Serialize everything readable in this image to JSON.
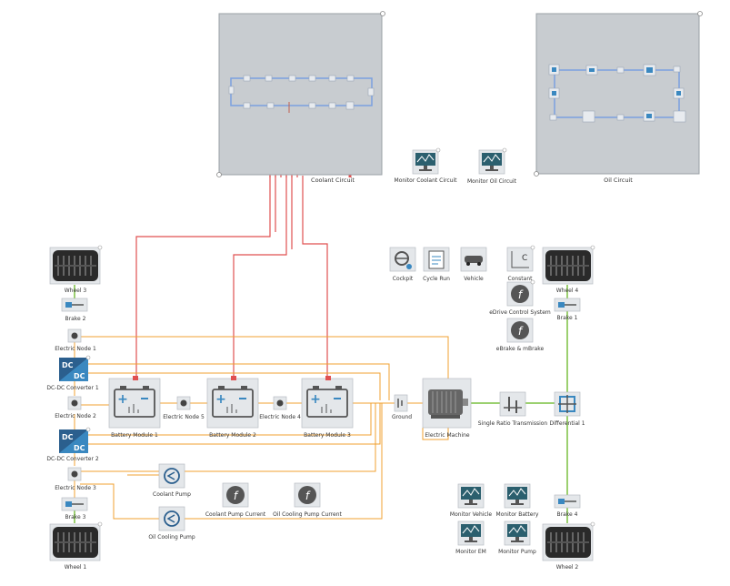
{
  "colors": {
    "electric": "#f0a030",
    "coolant": "#e05050",
    "mechanical": "#7ac040",
    "signal": "#b0b8d0",
    "panel": "#c8ccd0",
    "loop": "#7aa0e0"
  },
  "panels": {
    "coolant_circuit": "Coolant Circuit",
    "oil_circuit": "Oil Circuit"
  },
  "monitors": {
    "coolant": "Monitor Coolant Circuit",
    "oil": "Monitor Oil Circuit",
    "vehicle": "Monitor Vehicle",
    "battery": "Monitor Battery",
    "em": "Monitor EM",
    "pump": "Monitor Pump"
  },
  "controls": {
    "cockpit": "Cockpit",
    "cycle_run": "Cycle Run",
    "vehicle": "Vehicle",
    "constant": "Constant",
    "edrive": "eDrive Control System",
    "ebrake": "eBrake & mBrake"
  },
  "wheels": {
    "w3": "Wheel 3",
    "w4": "Wheel 4",
    "w1": "Wheel 1",
    "w2": "Wheel 2"
  },
  "brakes": {
    "b2": "Brake 2",
    "b1": "Brake 1",
    "b3": "Brake 3",
    "b4": "Brake 4"
  },
  "nodes": {
    "n1": "Electric Node 1",
    "n2": "Electric Node 2",
    "n3": "Electric Node 3",
    "n4": "Electric Node 4",
    "n5": "Electric Node 5"
  },
  "converters": {
    "c1": "DC-DC Converter 1",
    "c2": "DC-DC Converter 2",
    "icon": "DC"
  },
  "batteries": {
    "b1": "Battery Module 1",
    "b2": "Battery Module 2",
    "b3": "Battery Module 3"
  },
  "drivetrain": {
    "ground": "Ground",
    "machine": "Electric Machine",
    "transmission": "Single Ratio Transmission",
    "differential": "Differential 1"
  },
  "pumps": {
    "coolant": "Coolant Pump",
    "oil": "Oil Cooling Pump",
    "coolant_current": "Coolant Pump Current",
    "oil_current": "Oil Cooling Pump Current"
  }
}
